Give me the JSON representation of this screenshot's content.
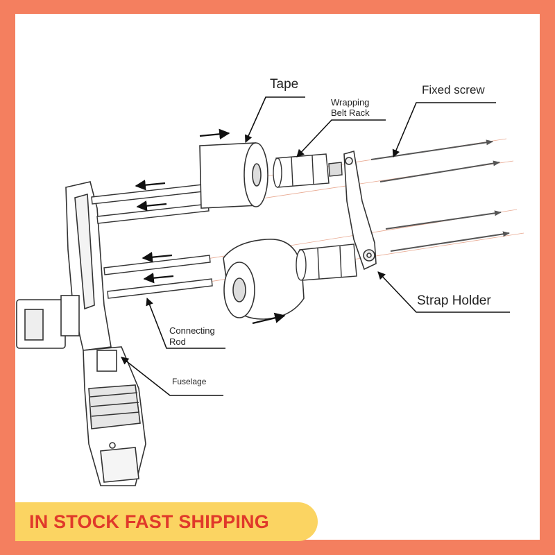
{
  "labels": {
    "tape": "Tape",
    "wrapping_belt_rack": [
      "Wrapping",
      "Belt Rack"
    ],
    "fixed_screw": "Fixed screw",
    "strap_holder": "Strap Holder",
    "connecting_rod": [
      "Connecting",
      "Rod"
    ],
    "fuselage": "Fuselage"
  },
  "banner": {
    "text": "IN STOCK FAST SHIPPING"
  },
  "colors": {
    "border": "#f47f5f",
    "banner_bg": "#fbd462",
    "banner_text": "#e0392a"
  }
}
